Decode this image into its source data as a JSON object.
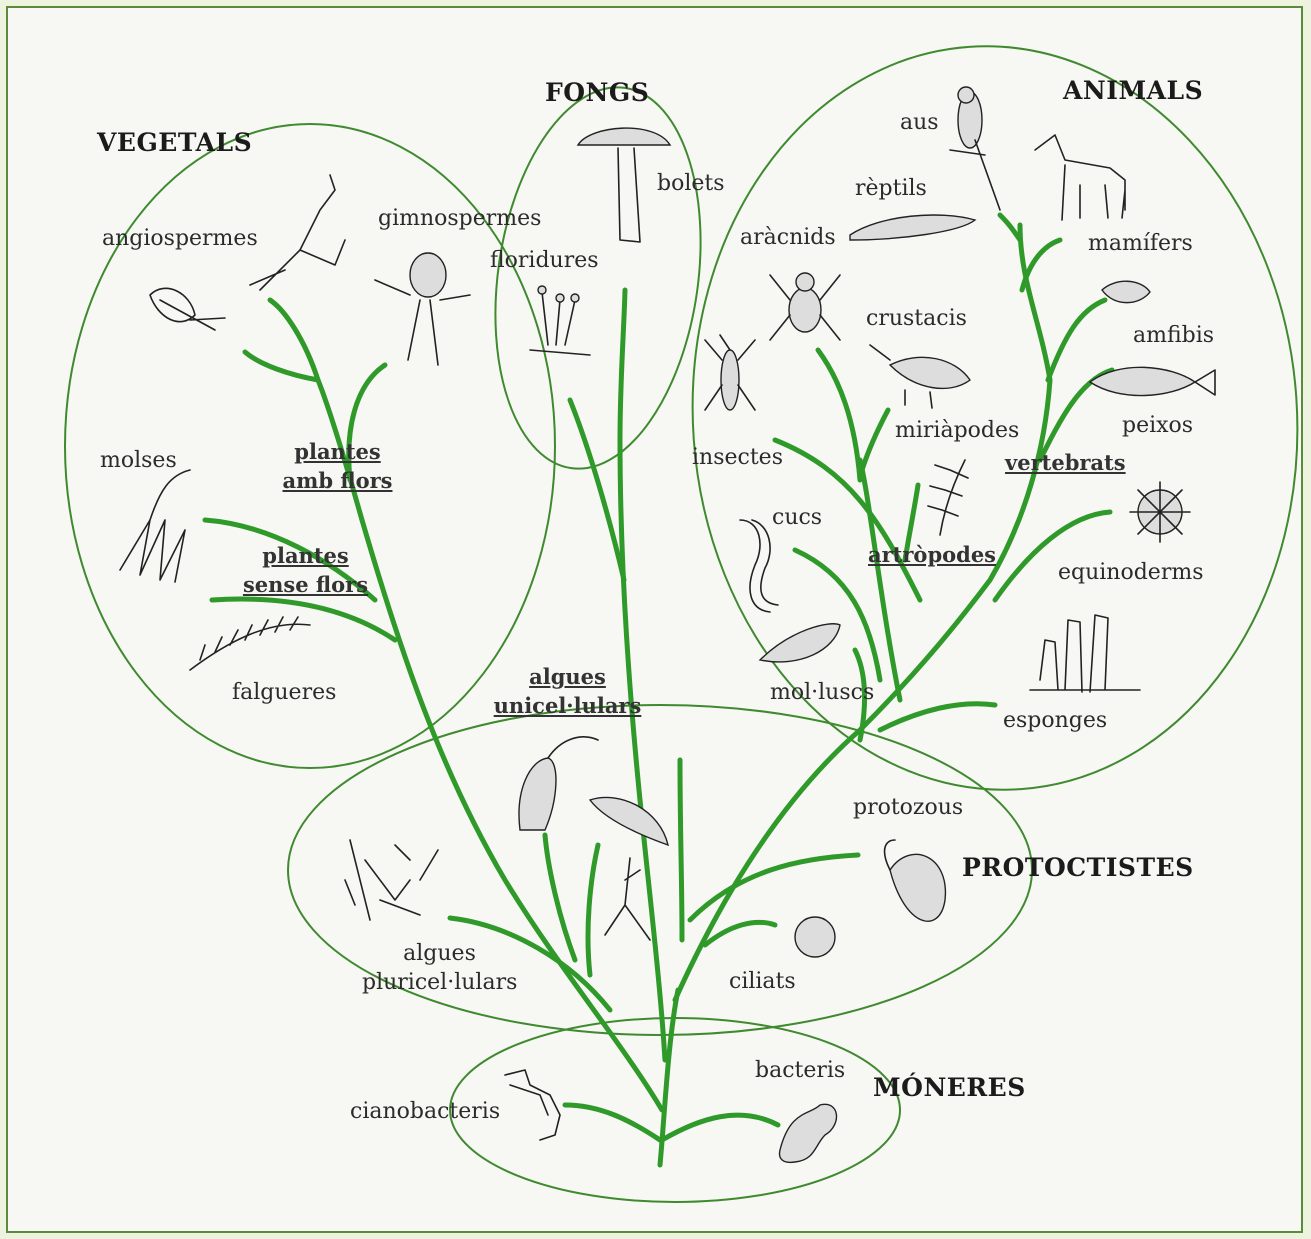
{
  "kingdoms": {
    "vegetals": "VEGETALS",
    "fongs": "FONGS",
    "animals": "ANIMALS",
    "protoctistes": "PROTOCTISTES",
    "moneres": "MÓNERES"
  },
  "groups": {
    "plantes_amb_flors_1": "plantes",
    "plantes_amb_flors_2": "amb flors",
    "plantes_sense_flors_1": "plantes",
    "plantes_sense_flors_2": "sense flors",
    "algues_unicel_1": "algues",
    "algues_unicel_2": "unicel·lulars",
    "vertebrats": "vertebrats",
    "artropodes": "artròpodes"
  },
  "labels": {
    "angiospermes": "angiospermes",
    "gimnospermes": "gimnospermes",
    "molses": "molses",
    "falgueres": "falgueres",
    "bolets": "bolets",
    "floridures": "floridures",
    "aus": "aus",
    "reptils": "rèptils",
    "aracnids": "aràcnids",
    "mamifers": "mamífers",
    "crustacis": "crustacis",
    "amfibis": "amfibis",
    "insectes": "insectes",
    "peixos": "peixos",
    "miriapodes": "miriàpodes",
    "cucs": "cucs",
    "equinoderms": "equinoderms",
    "molluscs": "mol·luscs",
    "esponges": "esponges",
    "protozous": "protozous",
    "algues_pluri_1": "algues",
    "algues_pluri_2": "pluricel·lulars",
    "ciliats": "ciliats",
    "bacteris": "bacteris",
    "cianobacteris": "cianobacteris"
  },
  "colors": {
    "branch": "#2f9a2a",
    "ellipse": "#3f8a2f",
    "frame": "#5a8a3a"
  }
}
